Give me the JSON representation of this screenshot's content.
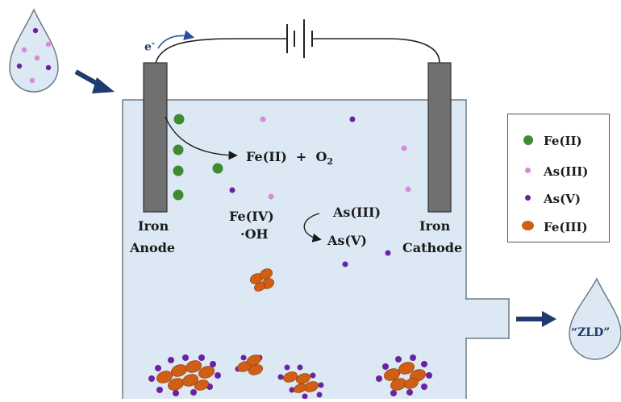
{
  "labels": {
    "electron": "e",
    "electron_sup": "-",
    "reaction_fe2": "Fe(II)",
    "reaction_plus": "+",
    "reaction_o2": "O",
    "reaction_o2_sub": "2",
    "fe4": "Fe(IV)",
    "oh": "·OH",
    "as3": "As(III)",
    "as5": "As(V)",
    "anode_line1": "Iron",
    "anode_line2": "Anode",
    "cathode_line1": "Iron",
    "cathode_line2": "Cathode",
    "zld": "“ZLD”"
  },
  "legend": [
    {
      "label": "Fe(II)",
      "color": "#3f8b32",
      "shape": "large-dot"
    },
    {
      "label": "As(III)",
      "color": "#d98ad6",
      "shape": "small-dot"
    },
    {
      "label": "As(V)",
      "color": "#6a22a0",
      "shape": "small-dot"
    },
    {
      "label": "Fe(III)",
      "color": "#d05e14",
      "shape": "ellipse"
    }
  ],
  "colors": {
    "water": "#dce8f3",
    "tank_border": "#6f7c86",
    "electrode": "#707070",
    "arrow": "#1f3a6e",
    "zld_text": "#1f3a6e"
  }
}
